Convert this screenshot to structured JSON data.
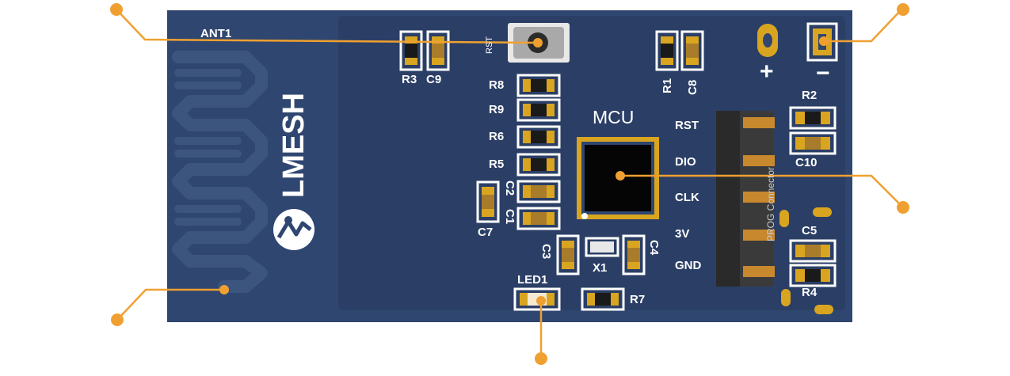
{
  "board": {
    "antenna_label": "ANT1",
    "brand": "LMESH",
    "mcu_label": "MCU",
    "reset_label": "RST",
    "connector_label": "PROG Connector",
    "led_label": "LED1",
    "crystal_label": "X1",
    "power_plus": "+",
    "power_minus": "−",
    "pins": [
      "RST",
      "DIO",
      "CLK",
      "3V",
      "GND"
    ],
    "resistors_left": [
      "R8",
      "R9",
      "R6",
      "R5"
    ],
    "caps_left": [
      "C2",
      "C1"
    ],
    "c7": "C7",
    "top_pair": [
      "R3",
      "C9"
    ],
    "top_right_pair": [
      "R1",
      "C8"
    ],
    "right_top": [
      "R2",
      "C10"
    ],
    "right_bottom": [
      "C5",
      "R4"
    ],
    "crystal_caps": [
      "C3",
      "C4"
    ],
    "r7": "R7"
  },
  "callouts": {
    "top_left": "",
    "top_right": "",
    "right": "",
    "bottom_left": "",
    "bottom": ""
  },
  "colors": {
    "pcb": "#2f4670",
    "callout": "#f0a030",
    "copper": "#d9a520",
    "silkscreen": "#ffffff"
  }
}
